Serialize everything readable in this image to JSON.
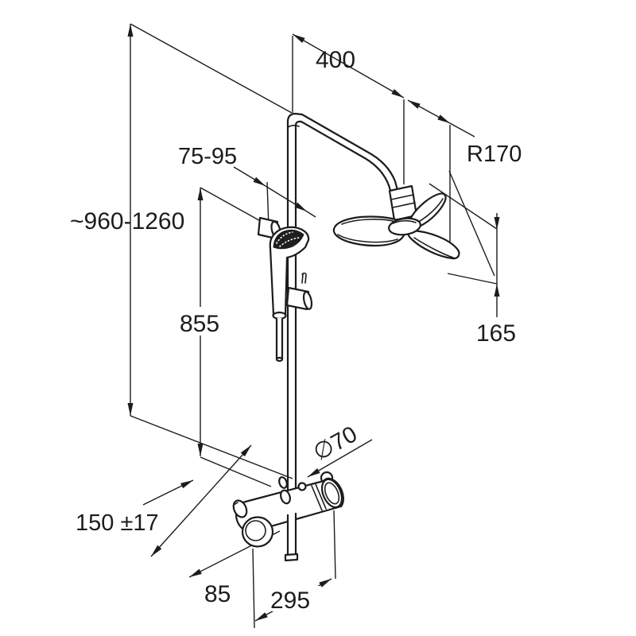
{
  "page": {
    "background": "#ffffff",
    "line_color": "#1c1c1c",
    "description": "Technical dimensional line drawing of a thermostatic shower system (riser pipe, overhead fan-blade shower head on curved arm, hand shower on slide rail, thermostatic mixer valve with hose outlet)"
  },
  "dimensions": {
    "overall_height": {
      "label": "~960-1260"
    },
    "holder_offset": {
      "label": "75-95"
    },
    "arm_projection": {
      "label": "400"
    },
    "arm_radius": {
      "label": "R170"
    },
    "head_drop": {
      "label": "165"
    },
    "rail_height": {
      "label": "855"
    },
    "valve_diameter": {
      "label": "∅70"
    },
    "connection_spacing": {
      "label": "150 ±17"
    },
    "outlet_offset": {
      "label": "85"
    },
    "valve_width": {
      "label": "295"
    }
  }
}
